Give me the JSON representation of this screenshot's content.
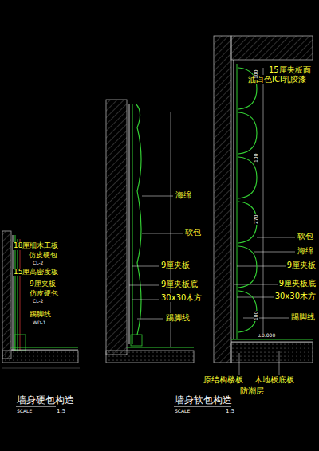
{
  "diagram": {
    "labels": [
      "18厘细木工板",
      "仿皮硬包",
      "CL-2",
      "15厘高密度板",
      "9厘夹板",
      "仿皮硬包",
      "CL-2",
      "踢脚线",
      "WD-1",
      "墙身硬包构造",
      "SCALE",
      "1:5",
      "海绵",
      "软包",
      "9厘夹板",
      "9厘夹板底",
      "30x30木方",
      "踢脚线",
      "墙身软包构造",
      "SCALE",
      "1:5",
      "15厘夹板面",
      "油白色ICI乳胶漆",
      "100",
      "100",
      "270",
      "100",
      "软包",
      "海绵",
      "9厘夹板",
      "9厘夹板底",
      "30x30木方",
      "踢脚线",
      "±0.000",
      "原结构楼板",
      "木地板底板",
      "防潮层"
    ]
  }
}
